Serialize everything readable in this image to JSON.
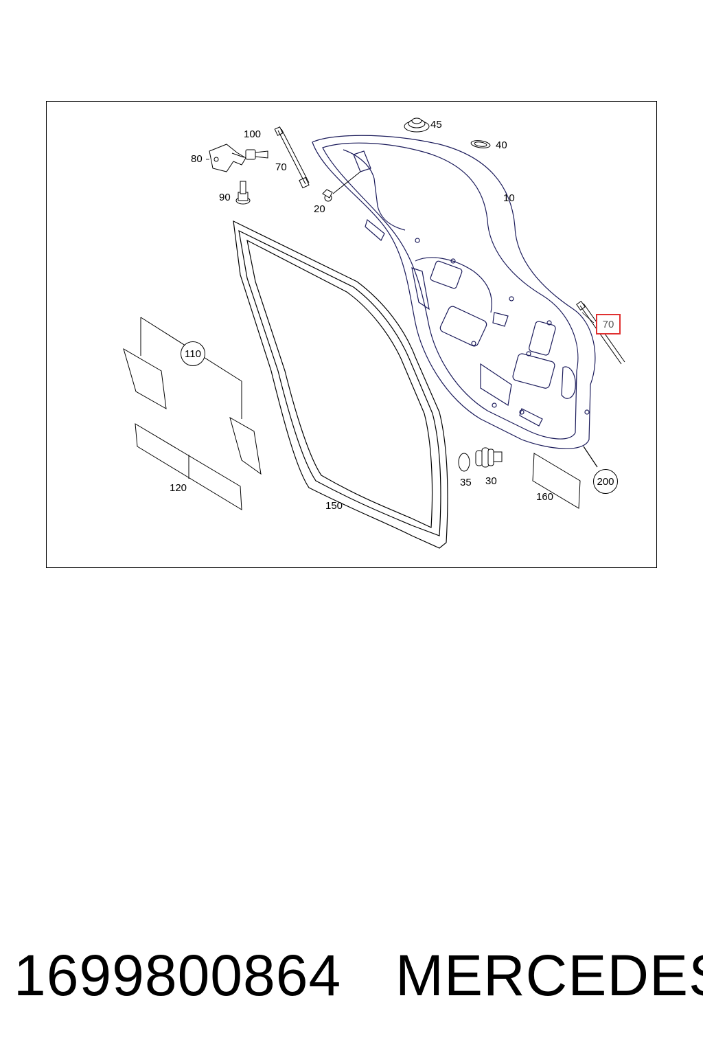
{
  "callouts": {
    "c10": "10",
    "c20": "20",
    "c30": "30",
    "c35": "35",
    "c40": "40",
    "c45": "45",
    "c70a": "70",
    "c70b": "70",
    "c80": "80",
    "c90": "90",
    "c100": "100",
    "c110": "110",
    "c120": "120",
    "c150": "150",
    "c160": "160",
    "c200": "200"
  },
  "footer": {
    "part_number": "1699800864",
    "brand": "MERCEDES"
  },
  "colors": {
    "highlight": "#e03030",
    "line": "#000000",
    "detail": "#1a1a5a"
  }
}
